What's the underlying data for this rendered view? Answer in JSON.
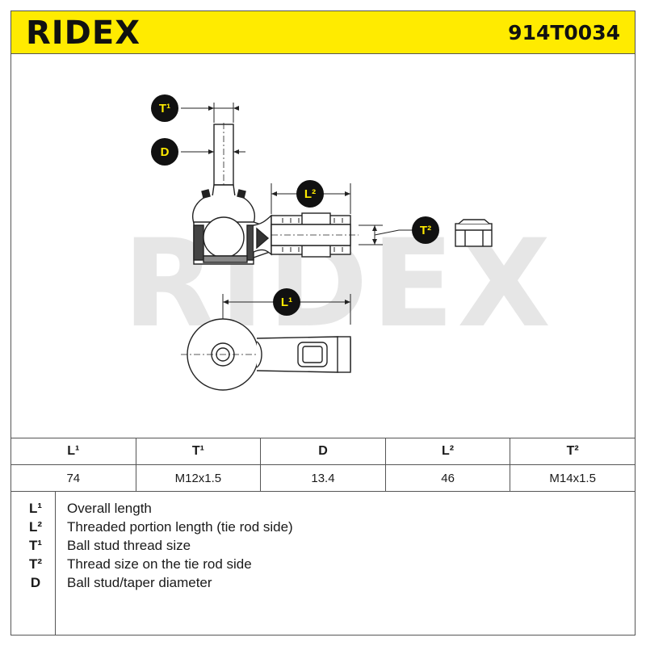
{
  "header": {
    "brand": "RIDEX",
    "part_number": "914T0034"
  },
  "watermark": "RIDEX",
  "drawing": {
    "labels": {
      "t1": "T¹",
      "d": "D",
      "l2": "L²",
      "t2": "T²",
      "l1": "L¹"
    },
    "colors": {
      "badge_fill": "#111111",
      "badge_text": "#ffeb00",
      "header_bg": "#ffeb00"
    }
  },
  "spec_table": {
    "headers": [
      "L¹",
      "T¹",
      "D",
      "L²",
      "T²"
    ],
    "values": [
      "74",
      "M12x1.5",
      "13.4",
      "46",
      "M14x1.5"
    ]
  },
  "legend": [
    {
      "symbol": "L¹",
      "text": "Overall length"
    },
    {
      "symbol": "L²",
      "text": "Threaded portion length (tie rod side)"
    },
    {
      "symbol": "T¹",
      "text": "Ball stud thread size"
    },
    {
      "symbol": "T²",
      "text": "Thread size on the tie rod side"
    },
    {
      "symbol": "D",
      "text": "Ball stud/taper diameter"
    }
  ]
}
